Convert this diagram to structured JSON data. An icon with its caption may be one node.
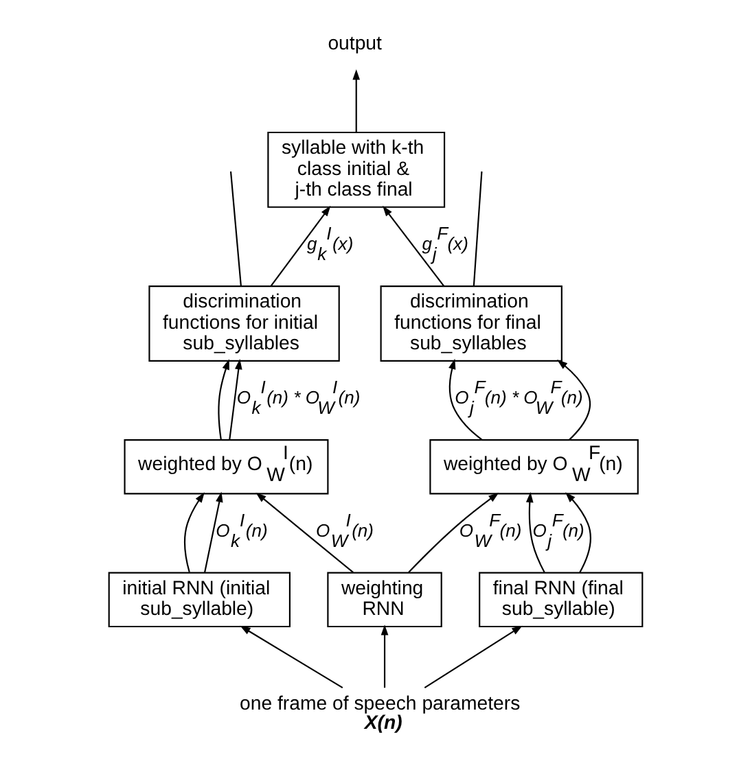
{
  "diagram": {
    "nodes": [
      {
        "text": [
          "output"
        ]
      },
      {
        "text": [
          "syllable with k-th class initial & j-th class final"
        ]
      },
      {
        "text": [
          "discrimination functions for initial sub_syllables"
        ]
      },
      {
        "text": [
          "discrimination functions for final sub_syllables"
        ]
      },
      {
        "text": [
          "weighted by O$_{W}$$^{I}$(n)"
        ]
      },
      {
        "text": [
          "weighted by O$_{W}$$^{F}$(n)"
        ]
      },
      {
        "text": [
          "initial RNN (initial sub_syllable)"
        ]
      },
      {
        "text": [
          "weighting RNN"
        ]
      },
      {
        "text": [
          "final RNN (final sub_syllable)"
        ]
      },
      {
        "text": [
          "one frame of speech parameters",
          "X(n)"
        ]
      }
    ],
    "edges": [
      {
        "from": 1,
        "to": 0,
        "arrow": "to"
      },
      {
        "from": 2,
        "to": null,
        "arrow": "none"
      },
      {
        "from": 2,
        "to": 1,
        "arrow": "to",
        "label": "g$_{k}$$^{I}$(x)"
      },
      {
        "from": 3,
        "to": 1,
        "arrow": "to",
        "label": "g$_{j}$$^{F}$(x)"
      },
      {
        "from": 3,
        "to": null,
        "arrow": "none"
      },
      {
        "from": 4,
        "to": 2,
        "arrow": "to"
      },
      {
        "from": 4,
        "to": 2,
        "arrow": "to",
        "label": "O$_{k}$$^{I}$(n) * O$_{W}$$^{I}$(n)"
      },
      {
        "from": 5,
        "to": 3,
        "arrow": "to",
        "label": "O$_{j}$$^{F}$(n) * O$_{W}$$^{F}$(n)"
      },
      {
        "from": 5,
        "to": 3,
        "arrow": "to"
      },
      {
        "from": 6,
        "to": 4,
        "arrow": "to"
      },
      {
        "from": 6,
        "to": 4,
        "arrow": "to",
        "label": "O$_{k}$$^{I}$(n)"
      },
      {
        "from": 7,
        "to": 4,
        "arrow": "to",
        "label": "O$_{W}$$^{I}$(n)"
      },
      {
        "from": 7,
        "to": 5,
        "arrow": "to",
        "label": "O$_{W}$$^{F}$(n)"
      },
      {
        "from": 8,
        "to": 5,
        "arrow": "to",
        "label": "O$_{j}$$^{F}$(n)"
      },
      {
        "from": 8,
        "to": 5,
        "arrow": "to"
      },
      {
        "from": 9,
        "to": 6,
        "arrow": "to"
      },
      {
        "from": 9,
        "to": 7,
        "arrow": "to"
      },
      {
        "from": 9,
        "to": 8,
        "arrow": "to"
      }
    ]
  }
}
